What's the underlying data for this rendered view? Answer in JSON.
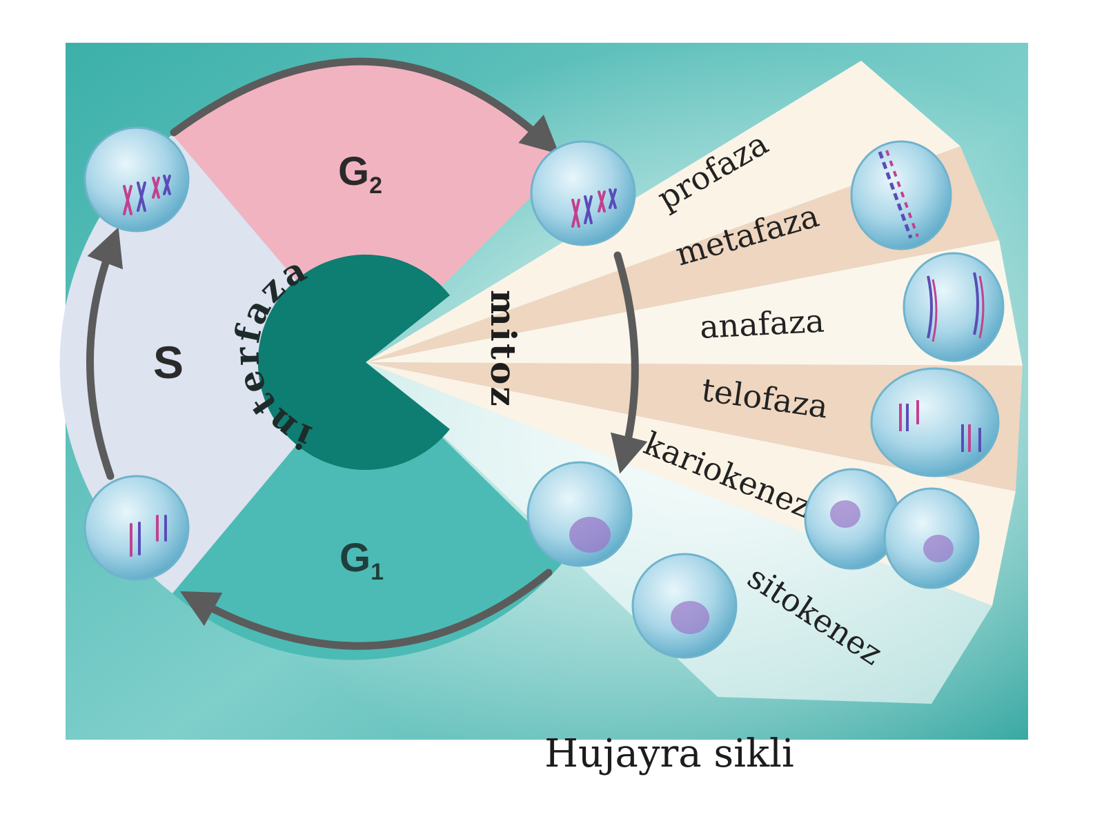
{
  "title": "Hujayra sikli",
  "interphase": {
    "label": "interfaza",
    "phases": {
      "g2": "G",
      "g2_sub": "2",
      "s": "S",
      "g1": "G",
      "g1_sub": "1"
    }
  },
  "mitosis": {
    "label": "mitoz",
    "stages": [
      "profaza",
      "metafaza",
      "anafaza",
      "telofaza",
      "kariokenez",
      "sitokenez"
    ]
  },
  "colors": {
    "background_teal": "#3fb0ab",
    "g2": "#f2b3c1",
    "s": "#dde3ef",
    "g1": "#4cbbb5",
    "center": "#0e7d72",
    "band_light": "#fbf3e6",
    "band_tan": "#eed6c0",
    "arrow": "#5b5b5b"
  }
}
